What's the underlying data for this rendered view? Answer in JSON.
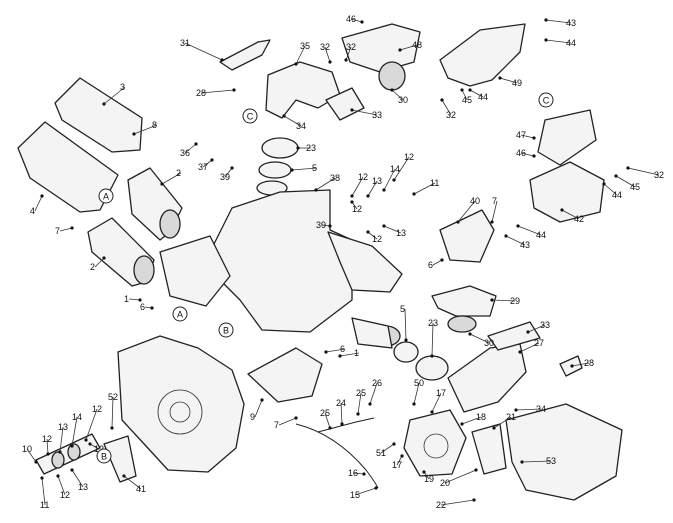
{
  "callouts": [
    {
      "id": "c3",
      "label": "3"
    },
    {
      "id": "c8",
      "label": "8"
    },
    {
      "id": "c4",
      "label": "4"
    },
    {
      "id": "c2a",
      "label": "2"
    },
    {
      "id": "c2b",
      "label": "2"
    },
    {
      "id": "c7a",
      "label": "7"
    },
    {
      "id": "c31",
      "label": "31"
    },
    {
      "id": "c28a",
      "label": "28"
    },
    {
      "id": "c35",
      "label": "35"
    },
    {
      "id": "c32a",
      "label": "32"
    },
    {
      "id": "c34a",
      "label": "34"
    },
    {
      "id": "c33a",
      "label": "33"
    },
    {
      "id": "c46a",
      "label": "46"
    },
    {
      "id": "c32b",
      "label": "32"
    },
    {
      "id": "c48",
      "label": "48"
    },
    {
      "id": "c30a",
      "label": "30"
    },
    {
      "id": "c43a",
      "label": "43"
    },
    {
      "id": "c44a",
      "label": "44"
    },
    {
      "id": "c49",
      "label": "49"
    },
    {
      "id": "c45a",
      "label": "45"
    },
    {
      "id": "c44b",
      "label": "44"
    },
    {
      "id": "c32c",
      "label": "32"
    },
    {
      "id": "c36",
      "label": "36"
    },
    {
      "id": "c37",
      "label": "37"
    },
    {
      "id": "c39a",
      "label": "39"
    },
    {
      "id": "c23a",
      "label": "23"
    },
    {
      "id": "c5a",
      "label": "5"
    },
    {
      "id": "c38",
      "label": "38"
    },
    {
      "id": "c12a",
      "label": "12"
    },
    {
      "id": "c13a",
      "label": "13"
    },
    {
      "id": "c14a",
      "label": "14"
    },
    {
      "id": "c12b",
      "label": "12"
    },
    {
      "id": "c11a",
      "label": "11"
    },
    {
      "id": "c12c",
      "label": "12"
    },
    {
      "id": "c39b",
      "label": "39"
    },
    {
      "id": "c12d",
      "label": "12"
    },
    {
      "id": "c13b",
      "label": "13"
    },
    {
      "id": "c47",
      "label": "47"
    },
    {
      "id": "c46b",
      "label": "46"
    },
    {
      "id": "c32d",
      "label": "32"
    },
    {
      "id": "c45b",
      "label": "45"
    },
    {
      "id": "c44c",
      "label": "44"
    },
    {
      "id": "c42",
      "label": "42"
    },
    {
      "id": "c40",
      "label": "40"
    },
    {
      "id": "c7b",
      "label": "7"
    },
    {
      "id": "c44d",
      "label": "44"
    },
    {
      "id": "c43b",
      "label": "43"
    },
    {
      "id": "c6a",
      "label": "6"
    },
    {
      "id": "c1a",
      "label": "1"
    },
    {
      "id": "c6b",
      "label": "6"
    },
    {
      "id": "c29",
      "label": "29"
    },
    {
      "id": "c30b",
      "label": "30"
    },
    {
      "id": "c5b",
      "label": "5"
    },
    {
      "id": "c23b",
      "label": "23"
    },
    {
      "id": "c33b",
      "label": "33"
    },
    {
      "id": "c27",
      "label": "27"
    },
    {
      "id": "c28b",
      "label": "28"
    },
    {
      "id": "c6c",
      "label": "6"
    },
    {
      "id": "c1b",
      "label": "1"
    },
    {
      "id": "c9",
      "label": "9"
    },
    {
      "id": "c7c",
      "label": "7"
    },
    {
      "id": "c26",
      "label": "26"
    },
    {
      "id": "c25a",
      "label": "25"
    },
    {
      "id": "c24",
      "label": "24"
    },
    {
      "id": "c25b",
      "label": "25"
    },
    {
      "id": "c50",
      "label": "50"
    },
    {
      "id": "c17a",
      "label": "17"
    },
    {
      "id": "c18",
      "label": "18"
    },
    {
      "id": "c21",
      "label": "21"
    },
    {
      "id": "c34b",
      "label": "34"
    },
    {
      "id": "c52",
      "label": "52"
    },
    {
      "id": "c12e",
      "label": "12"
    },
    {
      "id": "c14b",
      "label": "14"
    },
    {
      "id": "c13c",
      "label": "13"
    },
    {
      "id": "c12f",
      "label": "12"
    },
    {
      "id": "c10",
      "label": "10"
    },
    {
      "id": "c12g",
      "label": "12"
    },
    {
      "id": "c13d",
      "label": "13"
    },
    {
      "id": "c12h",
      "label": "12"
    },
    {
      "id": "c11b",
      "label": "11"
    },
    {
      "id": "c41",
      "label": "41"
    },
    {
      "id": "c16",
      "label": "16"
    },
    {
      "id": "c15",
      "label": "15"
    },
    {
      "id": "c51",
      "label": "51"
    },
    {
      "id": "c17b",
      "label": "17"
    },
    {
      "id": "c19",
      "label": "19"
    },
    {
      "id": "c20",
      "label": "20"
    },
    {
      "id": "c22",
      "label": "22"
    },
    {
      "id": "c53",
      "label": "53"
    }
  ],
  "reference_letters": [
    {
      "id": "L1",
      "label": "A"
    },
    {
      "id": "L2",
      "label": "A"
    },
    {
      "id": "L3",
      "label": "B"
    },
    {
      "id": "L4",
      "label": "B"
    },
    {
      "id": "L5",
      "label": "C"
    },
    {
      "id": "L6",
      "label": "C"
    }
  ]
}
